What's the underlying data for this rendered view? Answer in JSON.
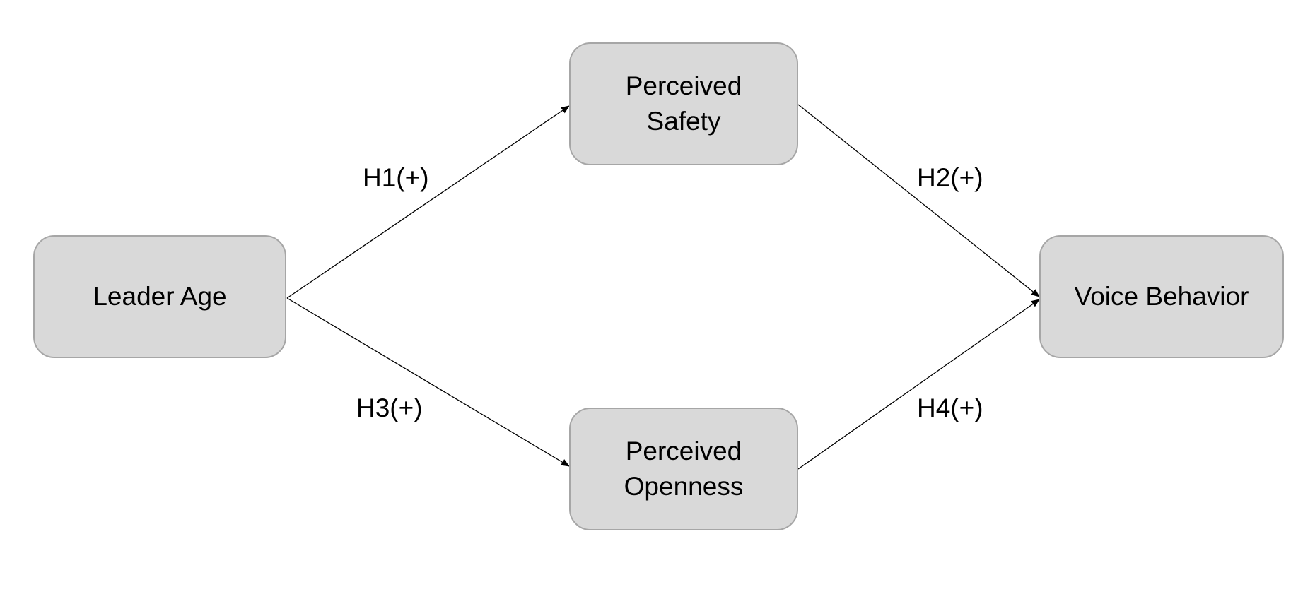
{
  "nodes": {
    "leader_age": "Leader Age",
    "perceived_safety": "Perceived\nSafety",
    "perceived_openness": "Perceived\nOpenness",
    "voice_behavior": "Voice Behavior"
  },
  "edges": [
    {
      "from": "leader_age",
      "to": "perceived_safety",
      "label": "H1(+)"
    },
    {
      "from": "perceived_safety",
      "to": "voice_behavior",
      "label": "H2(+)"
    },
    {
      "from": "leader_age",
      "to": "perceived_openness",
      "label": "H3(+)"
    },
    {
      "from": "perceived_openness",
      "to": "voice_behavior",
      "label": "H4(+)"
    }
  ],
  "colors": {
    "node_fill": "#d9d9d9",
    "node_border": "#a6a6a6",
    "arrow": "#000000"
  }
}
